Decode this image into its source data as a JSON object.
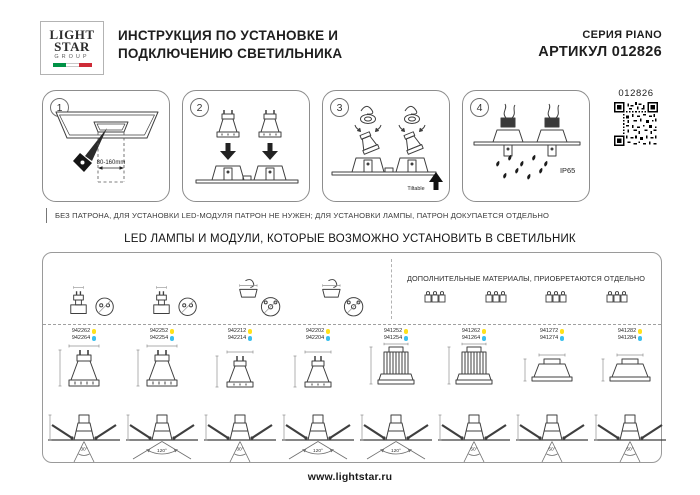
{
  "logo": {
    "line1": "LIGHT",
    "line2": "STAR",
    "line3": "GROUP"
  },
  "header": {
    "title_line1": "ИНСТРУКЦИЯ ПО УСТАНОВКЕ И",
    "title_line2": "ПОДКЛЮЧЕНИЮ СВЕТИЛЬНИКА",
    "series": "СЕРИЯ PIANO",
    "article": "АРТИКУЛ 012826",
    "article_number": "012826"
  },
  "steps": {
    "step1": {
      "number": "1",
      "dimension_label": "80-160mm"
    },
    "step2": {
      "number": "2"
    },
    "step3": {
      "number": "3",
      "tilt_label": "Tiltable"
    },
    "step4": {
      "number": "4",
      "ip_label": "IP65"
    }
  },
  "note_text": "БЕЗ ПАТРОНА, ДЛЯ УСТАНОВКИ LED-МОДУЛЯ ПАТРОН НЕ НУЖЕН; ДЛЯ УСТАНОВКИ ЛАМПЫ, ПАТРОН ДОКУПАЕТСЯ ОТДЕЛЬНО",
  "section_title": "LED ЛАМПЫ И МОДУЛИ, КОТОРЫЕ ВОЗМОЖНО УСТАНОВИТЬ В СВЕТИЛЬНИК",
  "compatibility_panel": {
    "materials_note": "ДОПОЛНИТЕЛЬНЫЕ МАТЕРИАЛЫ, ПРИОБРЕТАЮТСЯ ОТДЕЛЬНО",
    "columns": [
      {
        "part_warm": "942262",
        "part_cold": "942264",
        "beam_angle": "30°"
      },
      {
        "part_warm": "942252",
        "part_cold": "942254",
        "beam_angle": "120°"
      },
      {
        "part_warm": "942212",
        "part_cold": "942214",
        "beam_angle": "30°"
      },
      {
        "part_warm": "942202",
        "part_cold": "942204",
        "beam_angle": "120°"
      },
      {
        "part_warm": "941252",
        "part_cold": "941254",
        "beam_angle": "120°"
      },
      {
        "part_warm": "941262",
        "part_cold": "941264",
        "beam_angle": "50°"
      },
      {
        "part_warm": "941272",
        "part_cold": "941274",
        "beam_angle": "50°"
      },
      {
        "part_warm": "941282",
        "part_cold": "941284",
        "beam_angle": "50°"
      }
    ]
  },
  "footer": {
    "website": "www.lightstar.ru"
  },
  "colors": {
    "warm_dot": "#ffe11a",
    "cold_dot": "#3bc0ee",
    "flag_green": "#009246",
    "flag_red": "#ce2b37",
    "line_art": "#3f3f3f"
  }
}
